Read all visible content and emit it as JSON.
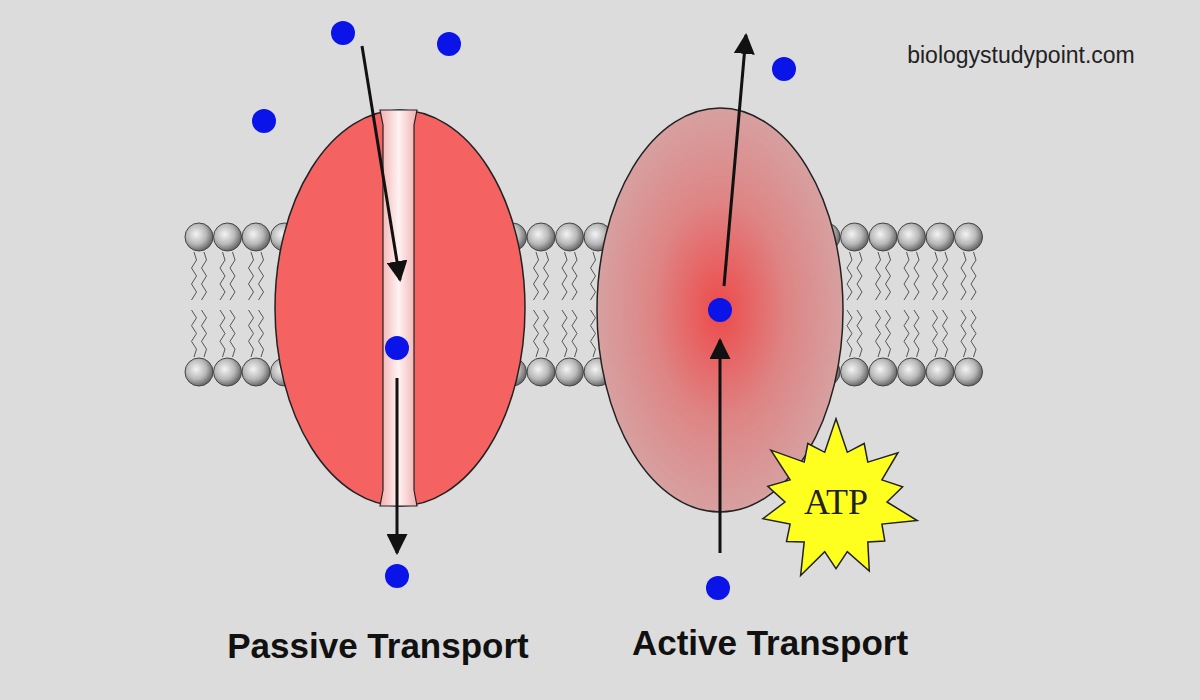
{
  "diagram": {
    "nodes": [
      {
        "text": [
          "ATP"
        ]
      }
    ],
    "labels": [
      "Passive Transport",
      "Active Transport",
      "biologystudypoint.com"
    ]
  }
}
